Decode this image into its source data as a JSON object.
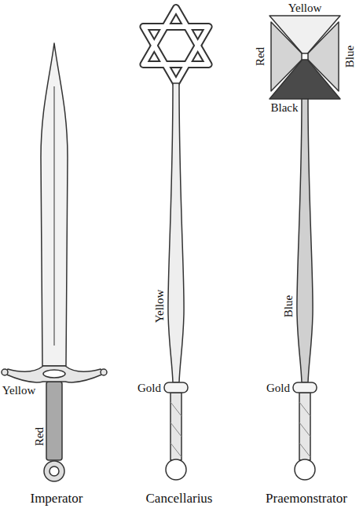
{
  "diagram": {
    "labels": [
      "Yellow",
      "Red",
      "Imperator",
      "Yellow",
      "Gold",
      "Cancellarius",
      "Yellow",
      "Red",
      "Blue",
      "Black",
      "Blue",
      "Gold",
      "Praemonstrator"
    ]
  }
}
